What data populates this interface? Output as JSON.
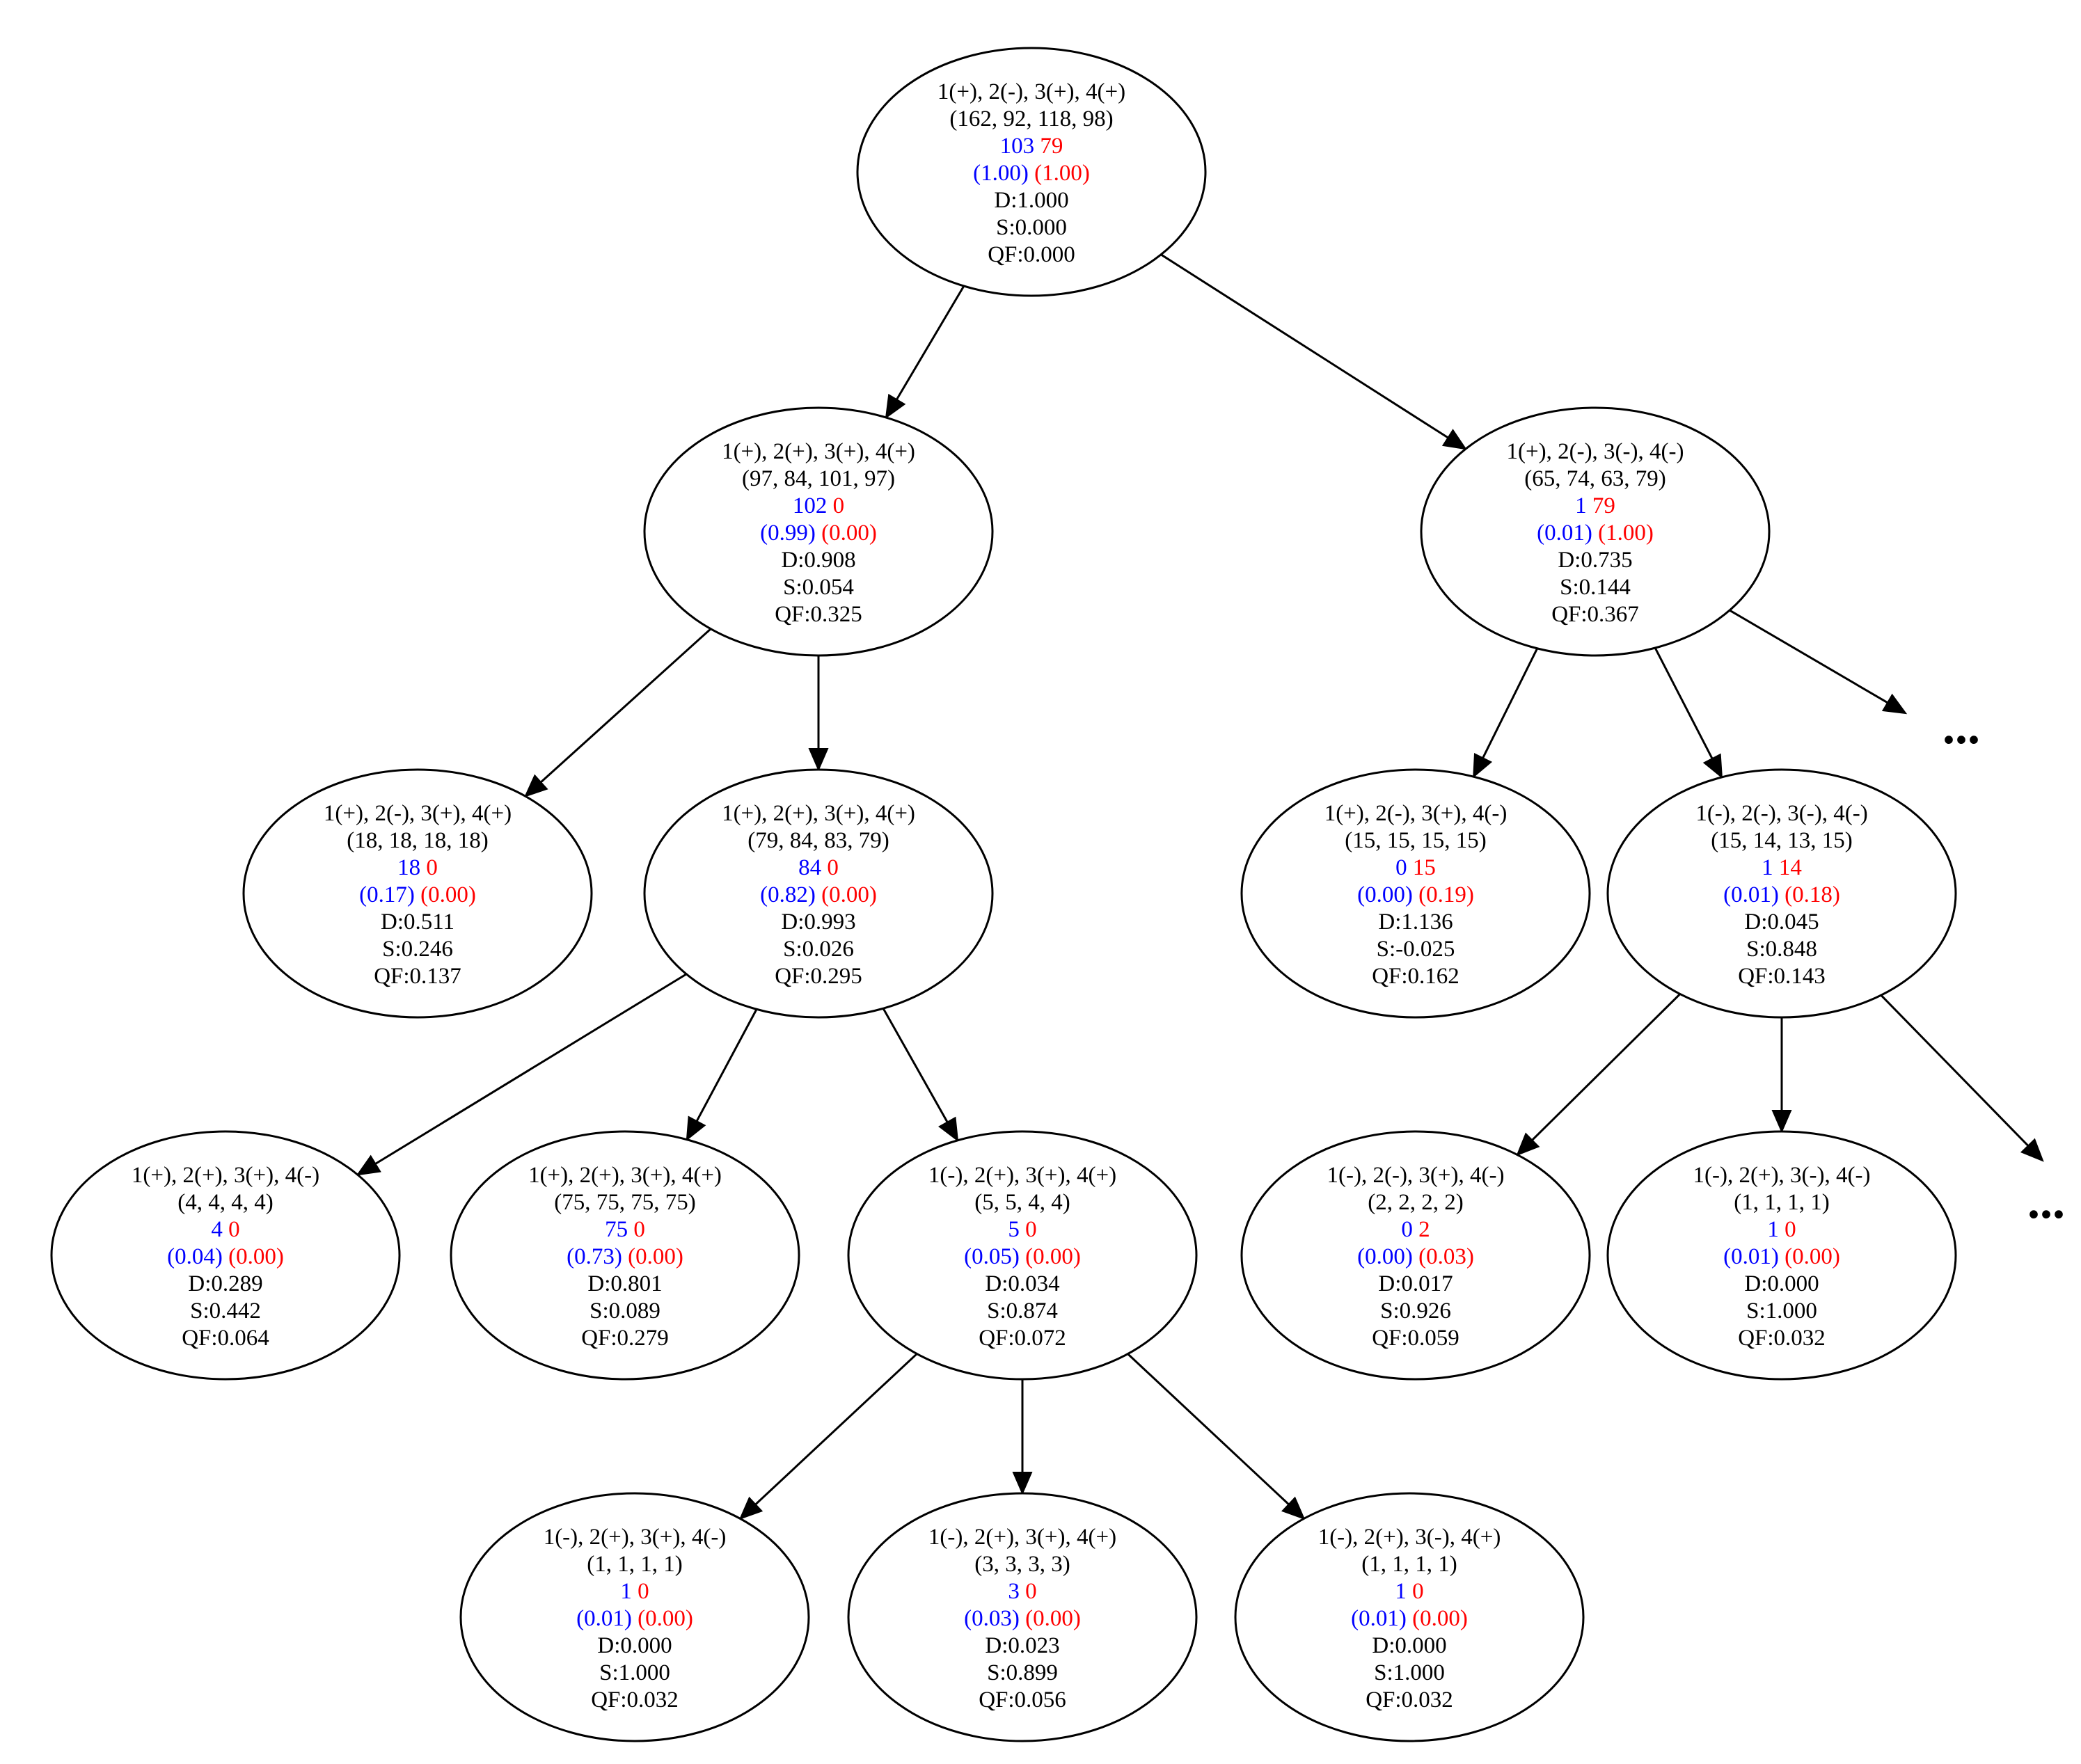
{
  "colors": {
    "positive": "#0000ff",
    "negative": "#ff0000",
    "text": "#000000"
  },
  "nodes": [
    {
      "id": "n0",
      "pattern": "1(+), 2(-), 3(+), 4(+)",
      "counts": "(162, 92, 118, 98)",
      "pos": "103",
      "neg": "79",
      "pos_frac": "(1.00)",
      "neg_frac": "(1.00)",
      "d": "D:1.000",
      "s": "S:0.000",
      "qf": "QF:0.000"
    },
    {
      "id": "n1",
      "pattern": "1(+), 2(+), 3(+), 4(+)",
      "counts": "(97, 84, 101, 97)",
      "pos": "102",
      "neg": "0",
      "pos_frac": "(0.99)",
      "neg_frac": "(0.00)",
      "d": "D:0.908",
      "s": "S:0.054",
      "qf": "QF:0.325"
    },
    {
      "id": "n2",
      "pattern": "1(+), 2(-), 3(-), 4(-)",
      "counts": "(65, 74, 63, 79)",
      "pos": "1",
      "neg": "79",
      "pos_frac": "(0.01)",
      "neg_frac": "(1.00)",
      "d": "D:0.735",
      "s": "S:0.144",
      "qf": "QF:0.367"
    },
    {
      "id": "n3",
      "pattern": "1(+), 2(-), 3(+), 4(+)",
      "counts": "(18, 18, 18, 18)",
      "pos": "18",
      "neg": "0",
      "pos_frac": "(0.17)",
      "neg_frac": "(0.00)",
      "d": "D:0.511",
      "s": "S:0.246",
      "qf": "QF:0.137"
    },
    {
      "id": "n4",
      "pattern": "1(+), 2(+), 3(+), 4(+)",
      "counts": "(79, 84, 83, 79)",
      "pos": "84",
      "neg": "0",
      "pos_frac": "(0.82)",
      "neg_frac": "(0.00)",
      "d": "D:0.993",
      "s": "S:0.026",
      "qf": "QF:0.295"
    },
    {
      "id": "n5",
      "pattern": "1(+), 2(-), 3(+), 4(-)",
      "counts": "(15, 15, 15, 15)",
      "pos": "0",
      "neg": "15",
      "pos_frac": "(0.00)",
      "neg_frac": "(0.19)",
      "d": "D:1.136",
      "s": "S:-0.025",
      "qf": "QF:0.162"
    },
    {
      "id": "n6",
      "pattern": "1(-), 2(-), 3(-), 4(-)",
      "counts": "(15, 14, 13, 15)",
      "pos": "1",
      "neg": "14",
      "pos_frac": "(0.01)",
      "neg_frac": "(0.18)",
      "d": "D:0.045",
      "s": "S:0.848",
      "qf": "QF:0.143"
    },
    {
      "id": "n7",
      "pattern": "1(+), 2(+), 3(+), 4(-)",
      "counts": "(4, 4, 4, 4)",
      "pos": "4",
      "neg": "0",
      "pos_frac": "(0.04)",
      "neg_frac": "(0.00)",
      "d": "D:0.289",
      "s": "S:0.442",
      "qf": "QF:0.064"
    },
    {
      "id": "n8",
      "pattern": "1(+), 2(+), 3(+), 4(+)",
      "counts": "(75, 75, 75, 75)",
      "pos": "75",
      "neg": "0",
      "pos_frac": "(0.73)",
      "neg_frac": "(0.00)",
      "d": "D:0.801",
      "s": "S:0.089",
      "qf": "QF:0.279"
    },
    {
      "id": "n9",
      "pattern": "1(-), 2(+), 3(+), 4(+)",
      "counts": "(5, 5, 4, 4)",
      "pos": "5",
      "neg": "0",
      "pos_frac": "(0.05)",
      "neg_frac": "(0.00)",
      "d": "D:0.034",
      "s": "S:0.874",
      "qf": "QF:0.072"
    },
    {
      "id": "n10",
      "pattern": "1(-), 2(-), 3(+), 4(-)",
      "counts": "(2, 2, 2, 2)",
      "pos": "0",
      "neg": "2",
      "pos_frac": "(0.00)",
      "neg_frac": "(0.03)",
      "d": "D:0.017",
      "s": "S:0.926",
      "qf": "QF:0.059"
    },
    {
      "id": "n11",
      "pattern": "1(-), 2(+), 3(-), 4(-)",
      "counts": "(1, 1, 1, 1)",
      "pos": "1",
      "neg": "0",
      "pos_frac": "(0.01)",
      "neg_frac": "(0.00)",
      "d": "D:0.000",
      "s": "S:1.000",
      "qf": "QF:0.032"
    },
    {
      "id": "n12",
      "pattern": "1(-), 2(+), 3(+), 4(-)",
      "counts": "(1, 1, 1, 1)",
      "pos": "1",
      "neg": "0",
      "pos_frac": "(0.01)",
      "neg_frac": "(0.00)",
      "d": "D:0.000",
      "s": "S:1.000",
      "qf": "QF:0.032"
    },
    {
      "id": "n13",
      "pattern": "1(-), 2(+), 3(+), 4(+)",
      "counts": "(3, 3, 3, 3)",
      "pos": "3",
      "neg": "0",
      "pos_frac": "(0.03)",
      "neg_frac": "(0.00)",
      "d": "D:0.023",
      "s": "S:0.899",
      "qf": "QF:0.056"
    },
    {
      "id": "n14",
      "pattern": "1(-), 2(+), 3(-), 4(+)",
      "counts": "(1, 1, 1, 1)",
      "pos": "1",
      "neg": "0",
      "pos_frac": "(0.01)",
      "neg_frac": "(0.00)",
      "d": "D:0.000",
      "s": "S:1.000",
      "qf": "QF:0.032"
    }
  ],
  "edges": [
    {
      "from": "n0",
      "to": "n1"
    },
    {
      "from": "n0",
      "to": "n2"
    },
    {
      "from": "n1",
      "to": "n3"
    },
    {
      "from": "n1",
      "to": "n4"
    },
    {
      "from": "n2",
      "to": "n5"
    },
    {
      "from": "n2",
      "to": "n6"
    },
    {
      "from": "n4",
      "to": "n7"
    },
    {
      "from": "n4",
      "to": "n8"
    },
    {
      "from": "n4",
      "to": "n9"
    },
    {
      "from": "n6",
      "to": "n10"
    },
    {
      "from": "n6",
      "to": "n11"
    },
    {
      "from": "n9",
      "to": "n12"
    },
    {
      "from": "n9",
      "to": "n13"
    },
    {
      "from": "n9",
      "to": "n14"
    }
  ],
  "ellipsis_label": "..."
}
